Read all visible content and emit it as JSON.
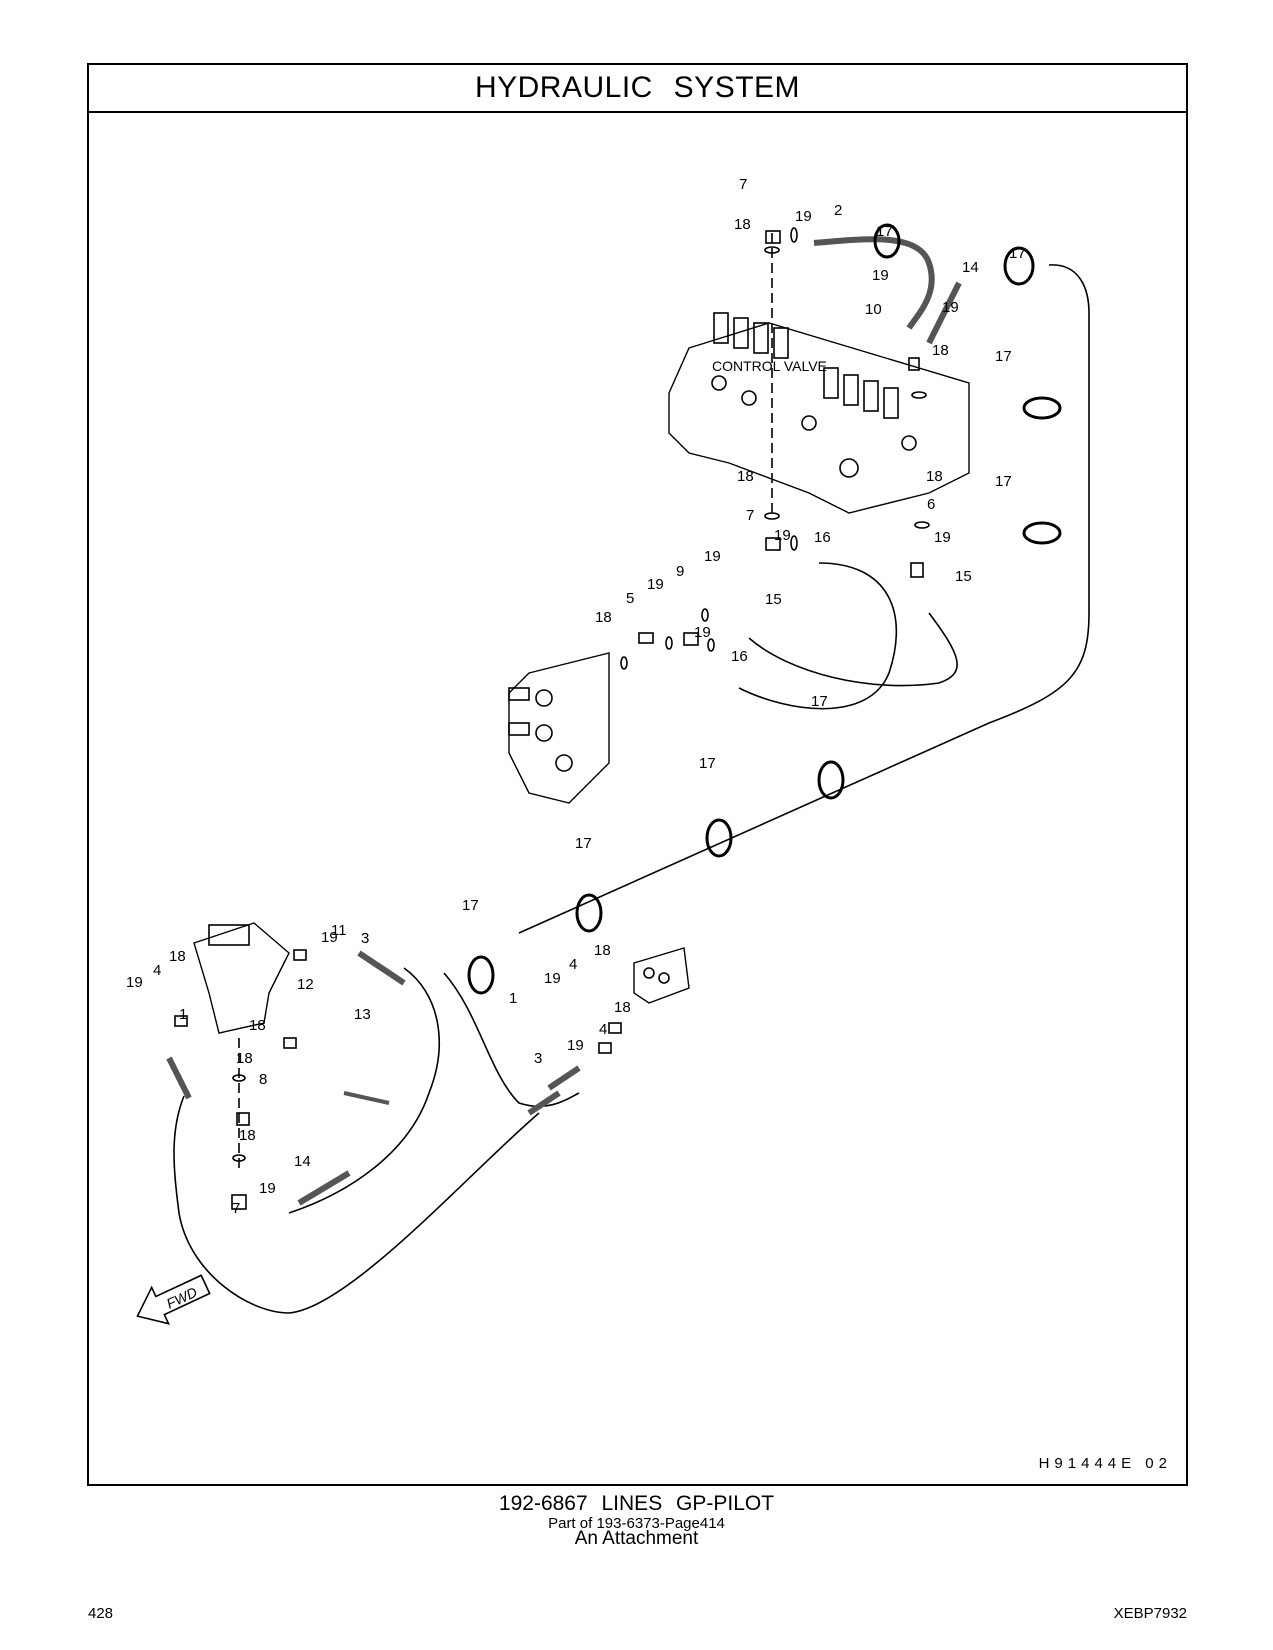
{
  "header": {
    "title": "HYDRAULIC   SYSTEM"
  },
  "diagram": {
    "reference": "H91444E   02",
    "component_label": "CONTROL VALVE",
    "direction_label": "FWD",
    "callouts": [
      "1",
      "2",
      "3",
      "4",
      "5",
      "6",
      "7",
      "8",
      "9",
      "10",
      "11",
      "12",
      "13",
      "14",
      "15",
      "16",
      "17",
      "18",
      "19"
    ]
  },
  "footer": {
    "part_title": "192-6867   LINES GP-PILOT",
    "part_of": "Part of 193-6373-Page414",
    "attachment": "An Attachment",
    "page_number": "428",
    "document_number": "XEBP7932"
  }
}
